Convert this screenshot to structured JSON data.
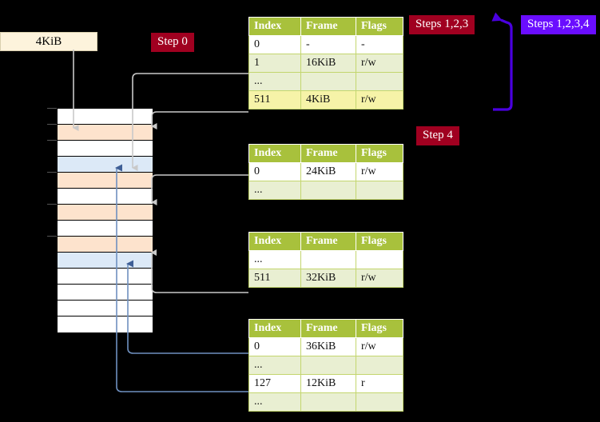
{
  "labels": {
    "size_box": "4KiB",
    "step0": "Step 0",
    "step4": "Step 4",
    "steps123": "Steps 1,2,3",
    "steps1234": "Steps 1,2,3,4"
  },
  "colors": {
    "badge_red": "#a00020",
    "badge_blue": "#6a0dff",
    "table_header": "#a8c13c",
    "table_tint": "#e9efd2",
    "table_highlight": "#f6f3a8",
    "mem_orange": "#fde3cd",
    "mem_blue": "#dce9f7",
    "sizebox": "#fdf3dc",
    "connector_gray": "#c9c9c9",
    "connector_blue": "#6f90c0"
  },
  "tables": [
    {
      "id": "pml4",
      "headers": [
        "Index",
        "Frame",
        "Flags"
      ],
      "rows": [
        {
          "style": "row-white",
          "cells": [
            "0",
            "-",
            "-"
          ]
        },
        {
          "style": "row-tint",
          "cells": [
            "1",
            "16KiB",
            "r/w"
          ]
        },
        {
          "style": "row-tint",
          "cells": [
            "...",
            "",
            ""
          ]
        },
        {
          "style": "row-hl",
          "cells": [
            "511",
            "4KiB",
            "r/w"
          ]
        }
      ]
    },
    {
      "id": "pdp",
      "headers": [
        "Index",
        "Frame",
        "Flags"
      ],
      "rows": [
        {
          "style": "row-white",
          "cells": [
            "0",
            "24KiB",
            "r/w"
          ]
        },
        {
          "style": "row-tint",
          "cells": [
            "...",
            "",
            ""
          ]
        }
      ]
    },
    {
      "id": "pd",
      "headers": [
        "Index",
        "Frame",
        "Flags"
      ],
      "rows": [
        {
          "style": "row-white",
          "cells": [
            "...",
            "",
            ""
          ]
        },
        {
          "style": "row-tint",
          "cells": [
            "511",
            "32KiB",
            "r/w"
          ]
        }
      ]
    },
    {
      "id": "pt",
      "headers": [
        "Index",
        "Frame",
        "Flags"
      ],
      "rows": [
        {
          "style": "row-white",
          "cells": [
            "0",
            "36KiB",
            "r/w"
          ]
        },
        {
          "style": "row-tint",
          "cells": [
            "...",
            "",
            ""
          ]
        },
        {
          "style": "row-white",
          "cells": [
            "127",
            "12KiB",
            "r"
          ]
        },
        {
          "style": "row-tint",
          "cells": [
            "...",
            "",
            ""
          ]
        }
      ]
    }
  ],
  "memory_rows": [
    {
      "fill": "m-white",
      "tick": true
    },
    {
      "fill": "m-orange",
      "tick": true
    },
    {
      "fill": "m-white",
      "tick": true
    },
    {
      "fill": "m-blue",
      "tick": false
    },
    {
      "fill": "m-orange",
      "tick": true
    },
    {
      "fill": "m-white",
      "tick": false
    },
    {
      "fill": "m-orange",
      "tick": true
    },
    {
      "fill": "m-white",
      "tick": false
    },
    {
      "fill": "m-orange",
      "tick": true
    },
    {
      "fill": "m-blue",
      "tick": false
    },
    {
      "fill": "m-white",
      "tick": false
    },
    {
      "fill": "m-white",
      "tick": false
    },
    {
      "fill": "m-white",
      "tick": false
    },
    {
      "fill": "m-white",
      "tick": false
    }
  ]
}
